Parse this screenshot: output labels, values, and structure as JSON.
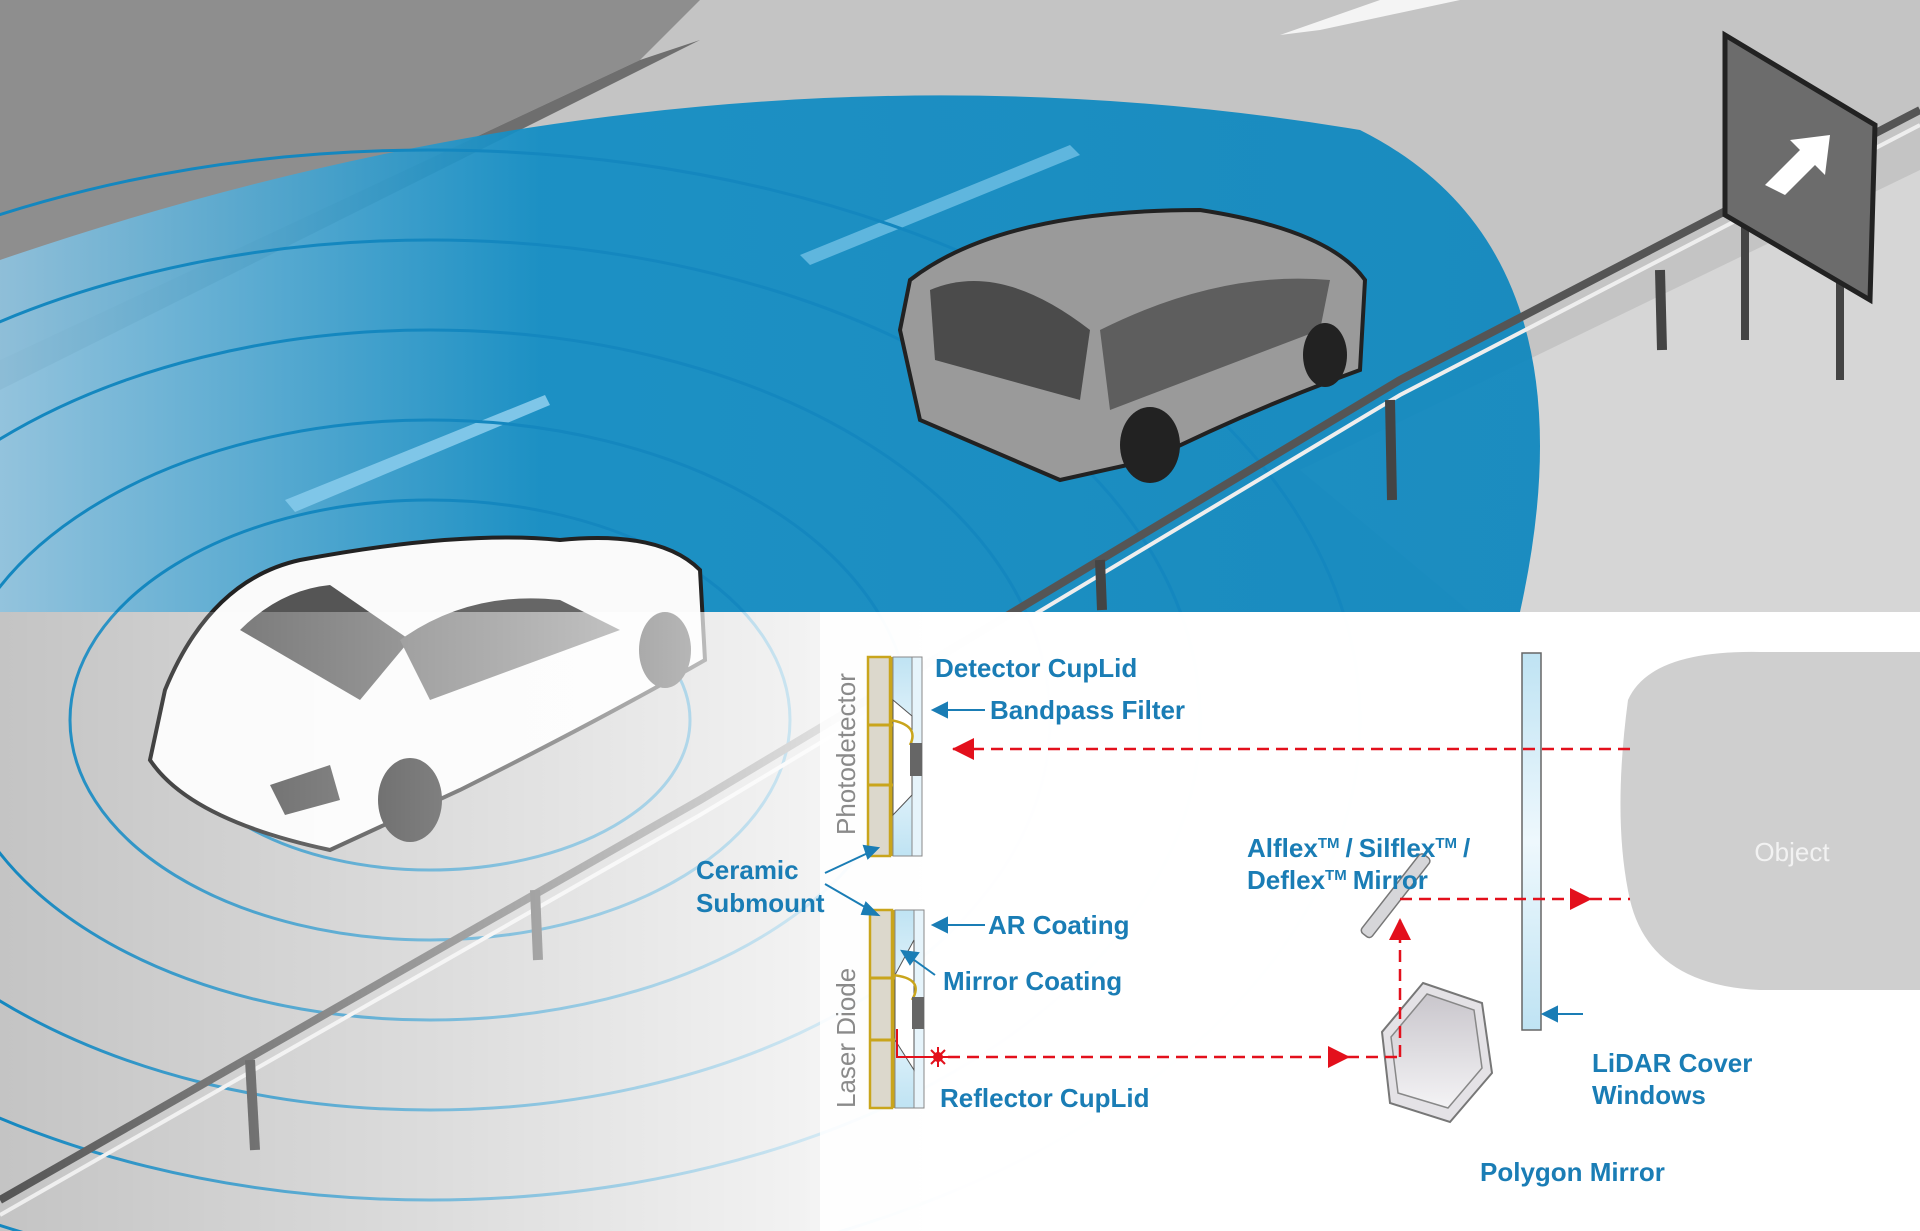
{
  "labels": {
    "detector_cuplid": "Detector CupLid",
    "bandpass_filter": "Bandpass Filter",
    "photodetector": "Photodetector",
    "ceramic_line1": "Ceramic",
    "ceramic_line2": "Submount",
    "ar_coating": "AR Coating",
    "mirror_coating": "Mirror Coating",
    "laser_diode": "Laser Diode",
    "reflector_cuplid": "Reflector CupLid",
    "mirror_alflex": "Alflex",
    "mirror_silflex": "Silflex",
    "mirror_deflex": "Deflex",
    "mirror_word": "Mirror",
    "tm": "TM",
    "slash": "/",
    "lidar_line1": "LiDAR Cover",
    "lidar_line2": "Windows",
    "polygon_mirror": "Polygon Mirror",
    "object": "Object"
  },
  "colors": {
    "label_blue": "#1a7db5",
    "radar_blue": "#0e8cc4",
    "laser_red": "#e3101c",
    "road_grey": "#bdbdbd",
    "object_grey": "#cfcfcf"
  }
}
